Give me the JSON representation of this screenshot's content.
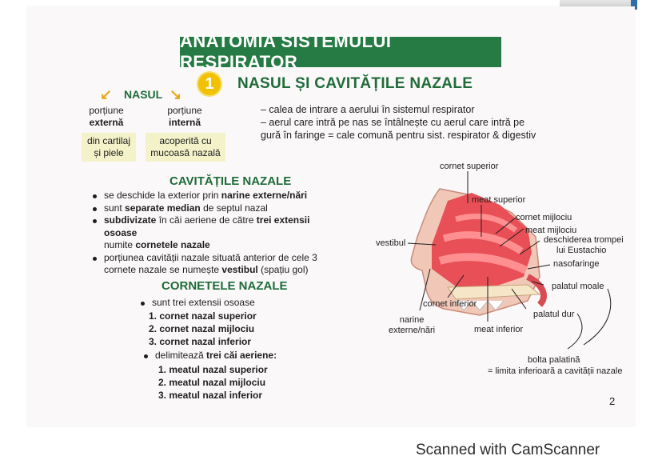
{
  "title": "ANATOMIA SISTEMULUI RESPIRATOR",
  "section": {
    "number": "1",
    "title": "NASUL ȘI CAVITĂȚILE NAZALE"
  },
  "nasul": {
    "label": "NASUL",
    "external": {
      "line1": "porțiune",
      "line2": "externă",
      "desc1": "din cartilaj",
      "desc2": "și piele"
    },
    "internal": {
      "line1": "porțiune",
      "line2": "internă",
      "desc1": "acoperită cu",
      "desc2": "mucoasă nazală"
    }
  },
  "intro": [
    "– calea de intrare a aerului în sistemul respirator",
    "– aerul care intră pe nas se întâlnește cu aerul care intră pe",
    "gură în faringe = cale comună pentru sist. respirator & digestiv"
  ],
  "cavitati": {
    "heading": "CAVITĂȚILE NAZALE",
    "bullets": [
      {
        "pre": "se deschide la exterior prin ",
        "bold": "narine externe/nări",
        "post": ""
      },
      {
        "pre": "sunt ",
        "bold": "separate median",
        "post": " de septul nazal"
      },
      {
        "pre": "",
        "bold": "subdivizate",
        "post": " în căi aeriene de către ",
        "bold2": "trei extensii osoase",
        "line2pre": "numite ",
        "line2bold": "cornetele nazale"
      },
      {
        "pre": "porțiunea cavității nazale situată anterior de cele 3",
        "line2pre": "cornete nazale se numește ",
        "line2bold": "vestibul",
        "line2post": " (spațiu gol)"
      }
    ]
  },
  "cornete": {
    "heading": "CORNETELE NAZALE",
    "bullet1": "sunt trei extensii osoase",
    "list1": [
      "1. cornet nazal superior",
      "2. cornet nazal mijlociu",
      "3. cornet nazal inferior"
    ],
    "bullet2_pre": "delimitează ",
    "bullet2_bold": "trei căi aeriene:",
    "list2": [
      "1. meatul nazal superior",
      "2. meatul nazal mijlociu",
      "3. meatul nazal inferior"
    ]
  },
  "diagram": {
    "labels": {
      "cornet_superior": "cornet superior",
      "meat_superior": "meat superior",
      "cornet_mijlociu": "cornet mijlociu",
      "meat_mijlociu": "meat mijlociu",
      "trompa1": "deschiderea trompei",
      "trompa2": "lui Eustachio",
      "nasofaringe": "nasofaringe",
      "vestibul": "vestibul",
      "palatul_moale": "palatul moale",
      "cornet_inferior": "cornet inferior",
      "palatul_dur": "palatul dur",
      "narine1": "narine",
      "narine2": "externe/nări",
      "meat_inferior": "meat inferior"
    },
    "bolta1": "bolta palatină",
    "bolta2": "= limita inferioară a cavității nazale"
  },
  "page_number": "2",
  "watermark": "Scanned with CamScanner",
  "colors": {
    "banner": "#267a43",
    "heading": "#1f6b39",
    "highlight": "#f3f2c9",
    "badge": "#f2c200"
  }
}
